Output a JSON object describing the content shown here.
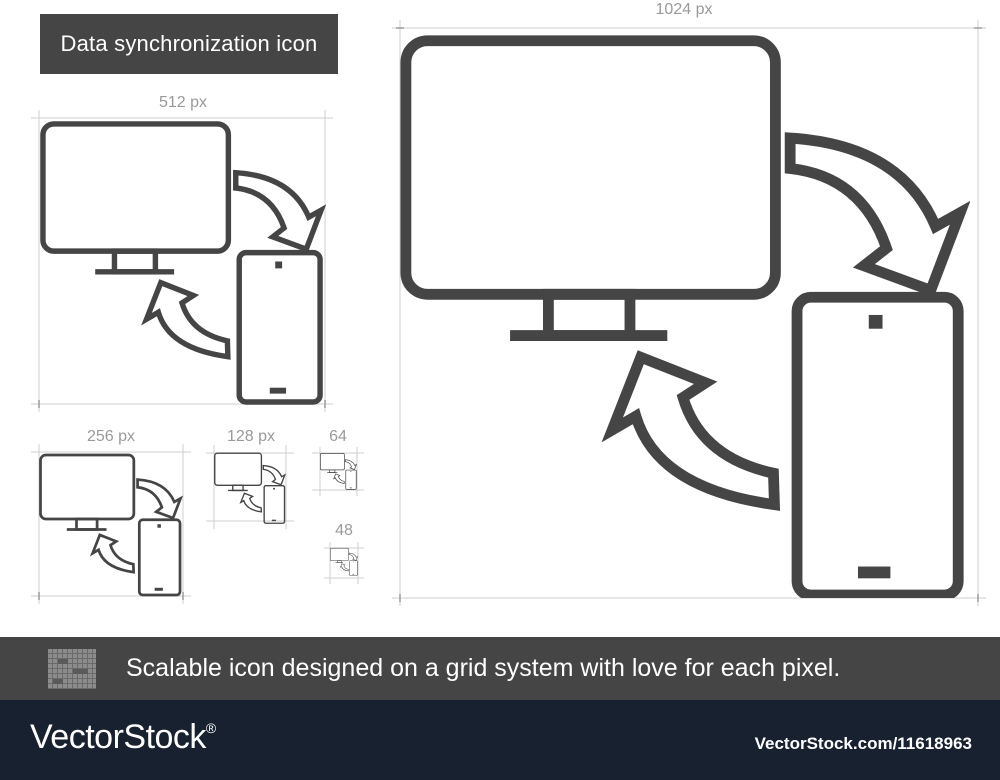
{
  "header": {
    "title": "Data synchronization icon"
  },
  "sizes": {
    "px1024": "1024 px",
    "px512": "512 px",
    "px256": "256 px",
    "px128": "128 px",
    "px64": "64",
    "px48": "48"
  },
  "banner": {
    "tagline": "Scalable icon designed on a grid system with love for each pixel."
  },
  "footer": {
    "brand": "VectorStock",
    "brand_mark": "®",
    "url": "VectorStock.com/11618963"
  },
  "colors": {
    "stroke": "#454545",
    "banner_bg": "#454545",
    "footer_bg": "#172130",
    "guide": "#cfcfcf"
  },
  "icon": {
    "name": "data-synchronization-icon"
  }
}
